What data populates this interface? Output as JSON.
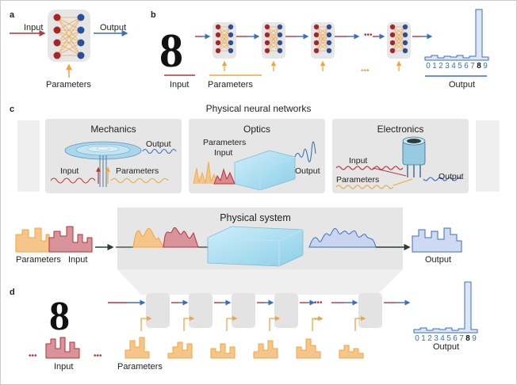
{
  "panels": {
    "a": {
      "letter": "a",
      "input": "Input",
      "output": "Output",
      "parameters": "Parameters"
    },
    "b": {
      "letter": "b",
      "input": "Input",
      "parameters": "Parameters",
      "output": "Output",
      "dots": "•••",
      "param_dots": "•••",
      "digits": [
        "0",
        "1",
        "2",
        "3",
        "4",
        "5",
        "6",
        "7",
        "8",
        "9"
      ],
      "predicted_index": 8,
      "digit_glyph": "8"
    },
    "c": {
      "letter": "c",
      "title": "Physical neural networks",
      "mechanics": {
        "title": "Mechanics",
        "output": "Output",
        "input": "Input",
        "parameters": "Parameters"
      },
      "optics": {
        "title": "Optics",
        "parameters": "Parameters",
        "input": "Input",
        "output": "Output"
      },
      "electronics": {
        "title": "Electronics",
        "input": "Input",
        "parameters": "Parameters",
        "output": "Output"
      },
      "physical_system": "Physical system",
      "parameters": "Parameters",
      "input": "Input",
      "output": "Output"
    },
    "d": {
      "letter": "d",
      "input": "Input",
      "parameters": "Parameters",
      "output": "Output",
      "dots": "•••",
      "param_dots": "•••",
      "side_dots": "•••",
      "digits": [
        "0",
        "1",
        "2",
        "3",
        "4",
        "5",
        "6",
        "7",
        "8",
        "9"
      ],
      "predicted_index": 8,
      "digit_glyph": "8"
    }
  },
  "colors": {
    "input": "#b8333a",
    "output": "#3a6fbf",
    "parameters": "#f0a640",
    "node_red": "#a8242c",
    "node_blue": "#2c4f9c",
    "panel_gray": "#e6e6e6",
    "glass": "#a9dcef"
  }
}
